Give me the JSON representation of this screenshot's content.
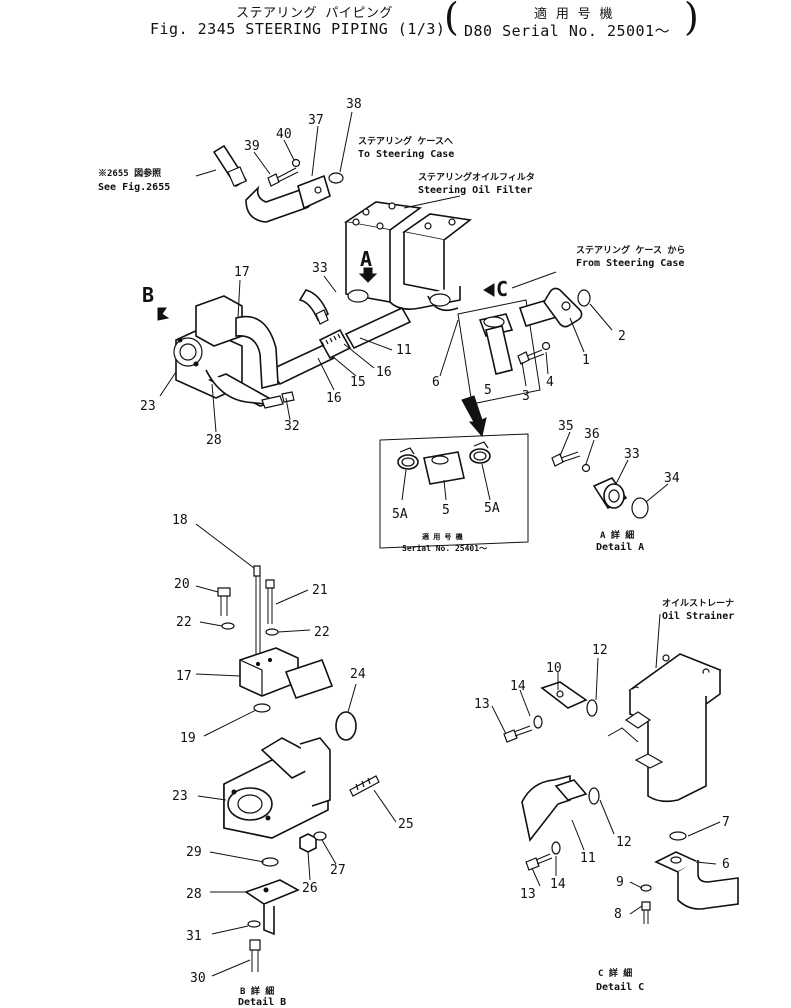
{
  "header": {
    "title_jp": "ステアリング パイピング",
    "title": "Fig. 2345 STEERING PIPING (1/3)",
    "applic_jp": "適 用 号 機",
    "applic": "D80 Serial No. 25001～"
  },
  "notes": {
    "see_fig_jp": "※2655 図参照",
    "see_fig": "See Fig.2655",
    "to_case_jp": "ステアリング ケースへ",
    "to_case": "To Steering Case",
    "oil_filter_jp": "ステアリングオイルフィルタ",
    "oil_filter": "Steering Oil Filter",
    "from_case_jp": "ステアリング ケース から",
    "from_case": "From Steering Case",
    "serial_jp": "適 用 号 機",
    "serial": "Serial No. 25401～",
    "oil_strainer_jp": "オイルストレーナ",
    "oil_strainer": "Oil Strainer",
    "detail_a_jp": "A 詳 細",
    "detail_a": "Detail A",
    "detail_b_jp": "B 詳 細",
    "detail_b": "Detail B",
    "detail_c_jp": "C 詳 細",
    "detail_c": "Detail C"
  },
  "view_letters": {
    "a": "A",
    "b": "B",
    "c": "C"
  },
  "callouts": {
    "c38": "38",
    "c37": "37",
    "c40": "40",
    "c39": "39",
    "c17": "17",
    "c33": "33",
    "c11": "11",
    "c16a": "16",
    "c15": "15",
    "c16b": "16",
    "c23": "23",
    "c28": "28",
    "c32": "32",
    "c6": "6",
    "c5": "5",
    "c3": "3",
    "c4": "4",
    "c1": "1",
    "c2": "2",
    "c5a1": "5A",
    "c5a2": "5A",
    "c35": "35",
    "c36": "36",
    "c33b": "33",
    "c34": "34",
    "c18": "18",
    "c20": "20",
    "c21": "21",
    "c22a": "22",
    "c22b": "22",
    "c17b": "17",
    "c24": "24",
    "c19": "19",
    "c23b": "23",
    "c25": "25",
    "c29": "29",
    "c27": "27",
    "c26": "26",
    "c28b": "28",
    "c31": "31",
    "c30": "30",
    "c12a": "12",
    "c10": "10",
    "c14a": "14",
    "c13a": "13",
    "c12b": "12",
    "c11b": "11",
    "c7": "7",
    "c13b": "13",
    "c14b": "14",
    "c6b": "6",
    "c9": "9",
    "c8": "8"
  }
}
